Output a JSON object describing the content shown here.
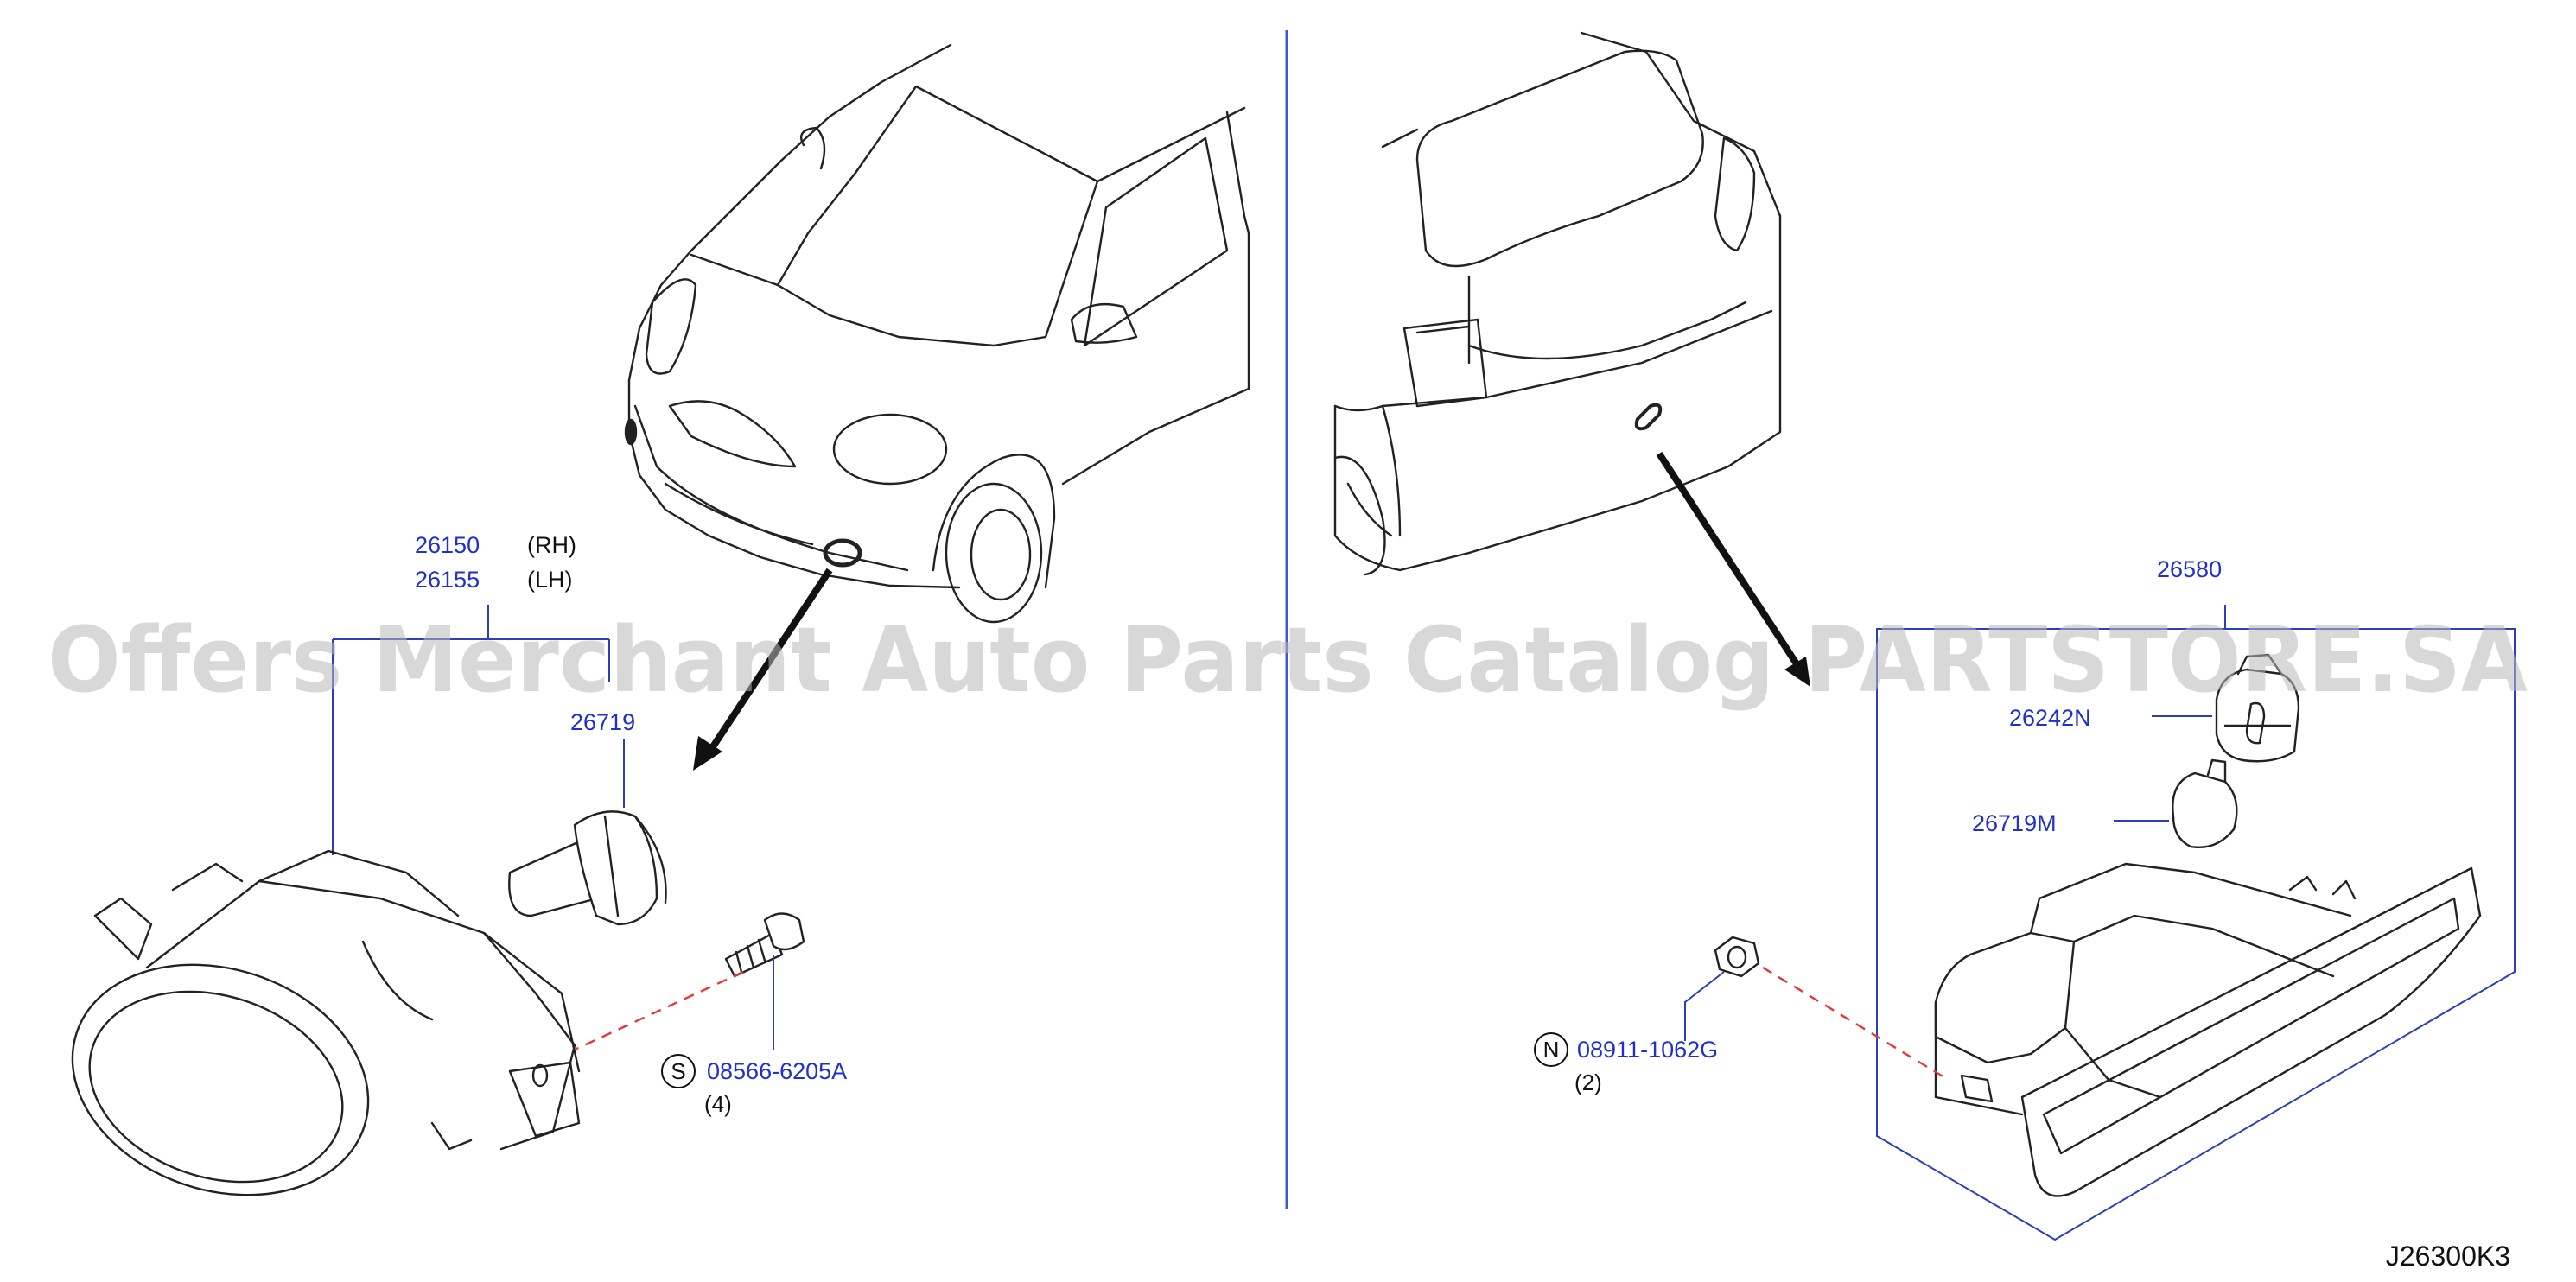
{
  "watermark": "Offers Merchant Auto Parts Catalog PARTSTORE.SA",
  "diagram_ref": "J26300K3",
  "front_fog_lamp": {
    "part_rh": "26150",
    "tag_rh": "(RH)",
    "part_lh": "26155",
    "tag_lh": "(LH)",
    "bulb": "26719",
    "screw_symbol": "S",
    "screw": "08566-6205A",
    "screw_qty": "(4)"
  },
  "rear_fog_lamp": {
    "lamp": "26580",
    "socket": "26242N",
    "bulb": "26719M",
    "nut_symbol": "N",
    "nut": "08911-1062G",
    "nut_qty": "(2)"
  },
  "colors": {
    "part_number": "#1f2fd0",
    "leader_line": "#2a3fb8",
    "divider": "#3b5bd6",
    "fastener_path": "#e23a3a",
    "watermark": "#b8b8b8"
  }
}
